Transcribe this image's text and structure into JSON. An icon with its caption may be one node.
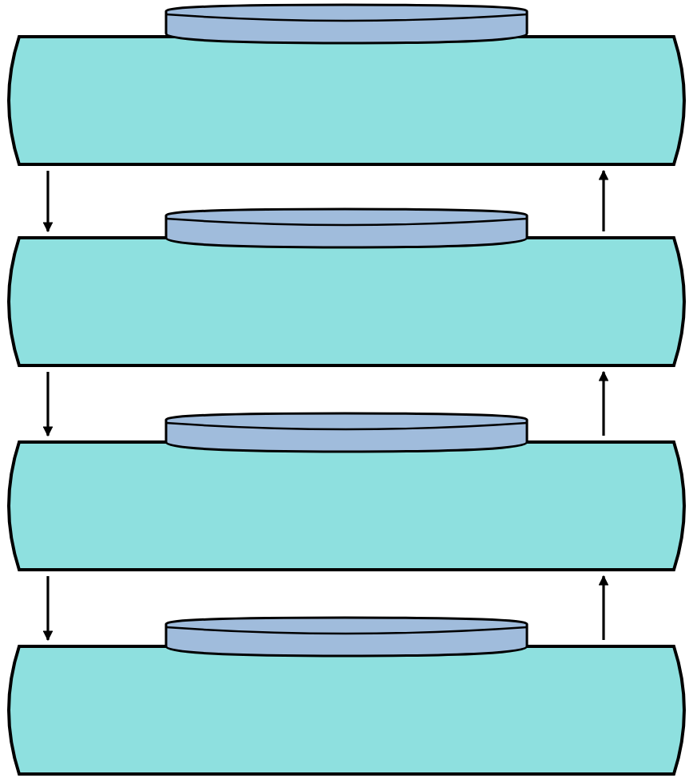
{
  "diagram": {
    "nodes": [
      {
        "text": [],
        "shape": "cylinder"
      },
      {
        "text": [],
        "shape": "cylinder"
      },
      {
        "text": [],
        "shape": "cylinder"
      },
      {
        "text": [],
        "shape": "cylinder"
      }
    ],
    "edges": [
      {
        "from": 0,
        "to": 1,
        "arrow": "to"
      },
      {
        "from": 1,
        "to": 0,
        "arrow": "to"
      },
      {
        "from": 1,
        "to": 2,
        "arrow": "to"
      },
      {
        "from": 2,
        "to": 1,
        "arrow": "to"
      },
      {
        "from": 2,
        "to": 3,
        "arrow": "to"
      },
      {
        "from": 3,
        "to": 2,
        "arrow": "to"
      }
    ]
  }
}
